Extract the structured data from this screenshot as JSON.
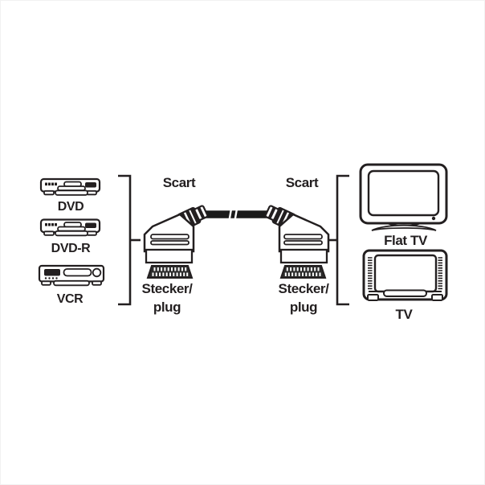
{
  "diagram": {
    "title_hint": "Scart cable connection diagram",
    "colors": {
      "line": "#231f20",
      "cable": "#1a1a1a",
      "background": "#ffffff"
    },
    "source_devices": [
      {
        "id": "dvd",
        "label": "DVD",
        "icon": "dvd-player-icon"
      },
      {
        "id": "dvd-r",
        "label": "DVD-R",
        "icon": "dvd-recorder-icon"
      },
      {
        "id": "vcr",
        "label": "VCR",
        "icon": "vcr-icon"
      }
    ],
    "left_connector": {
      "top_label": "Scart",
      "bottom_label_line1": "Stecker/",
      "bottom_label_line2": "plug",
      "icon": "scart-plug-icon"
    },
    "right_connector": {
      "top_label": "Scart",
      "bottom_label_line1": "Stecker/",
      "bottom_label_line2": "plug",
      "icon": "scart-plug-icon"
    },
    "target_devices": [
      {
        "id": "flat-tv",
        "label": "Flat TV",
        "icon": "flat-tv-icon"
      },
      {
        "id": "tv",
        "label": "TV",
        "icon": "crt-tv-icon"
      }
    ]
  }
}
